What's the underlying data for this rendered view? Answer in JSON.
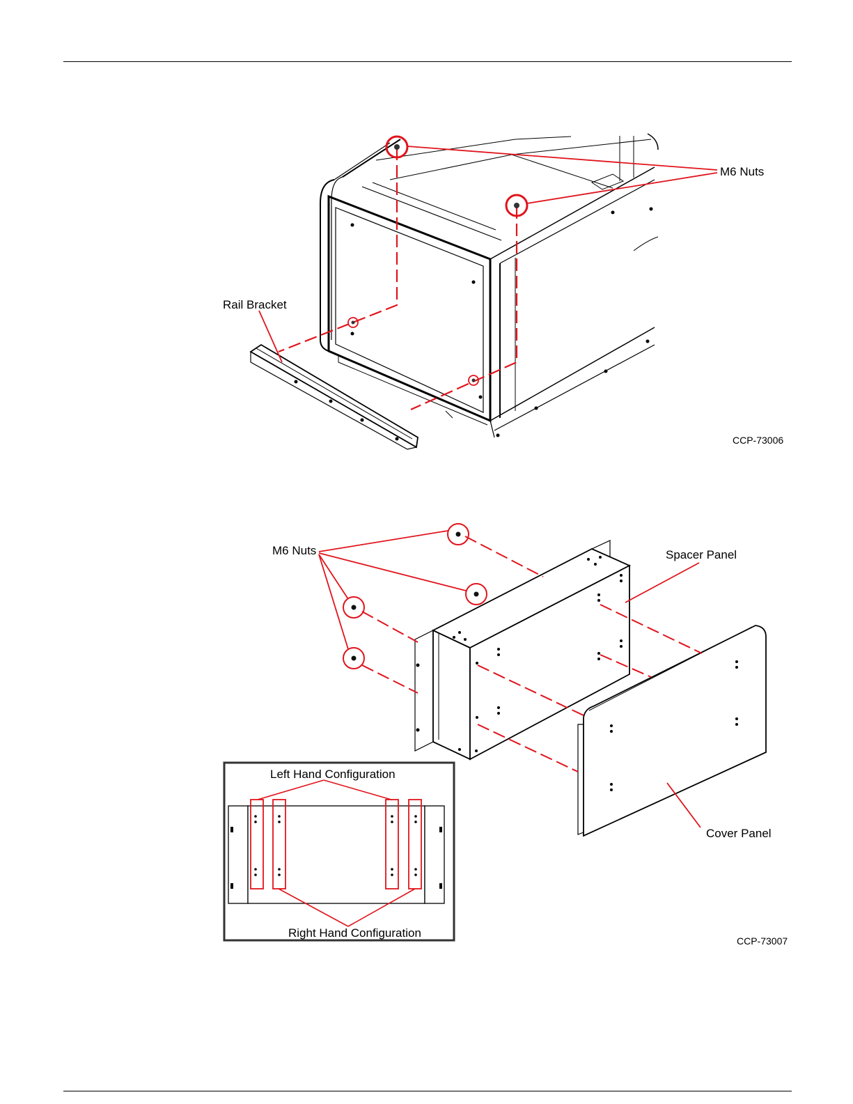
{
  "figure1": {
    "labels": {
      "m6_nuts": "M6 Nuts",
      "rail_bracket": "Rail Bracket"
    },
    "code": "CCP-73006"
  },
  "figure2": {
    "labels": {
      "m6_nuts": "M6 Nuts",
      "spacer_panel": "Spacer Panel",
      "cover_panel": "Cover Panel"
    },
    "inset": {
      "left_hand": "Left Hand Configuration",
      "right_hand": "Right Hand Configuration"
    },
    "code": "CCP-73007"
  },
  "colors": {
    "callout": "#e0141c",
    "line": "#000000"
  }
}
